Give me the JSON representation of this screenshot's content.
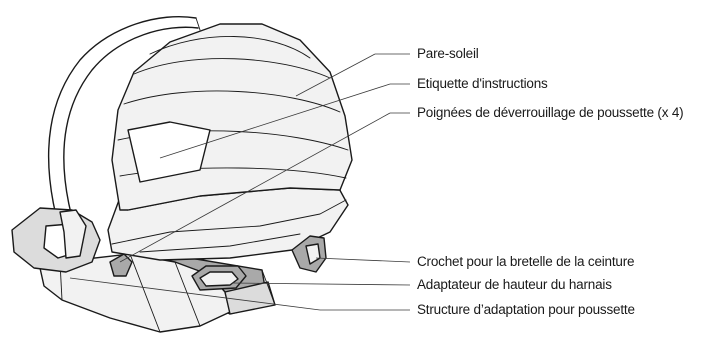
{
  "diagram": {
    "callouts": [
      {
        "id": "canopy",
        "label": "Pare-soleil"
      },
      {
        "id": "instruction-label",
        "label": "Etiquette d'instructions"
      },
      {
        "id": "release-handles",
        "label": "Poignées de déverrouillage de poussette (x 4)"
      },
      {
        "id": "belt-hook",
        "label": "Crochet pour la bretelle de la ceinture"
      },
      {
        "id": "harness-adjuster",
        "label": "Adaptateur de hauteur du harnais"
      },
      {
        "id": "stroller-adapter",
        "label": "Structure d’adaptation pour poussette"
      }
    ]
  }
}
